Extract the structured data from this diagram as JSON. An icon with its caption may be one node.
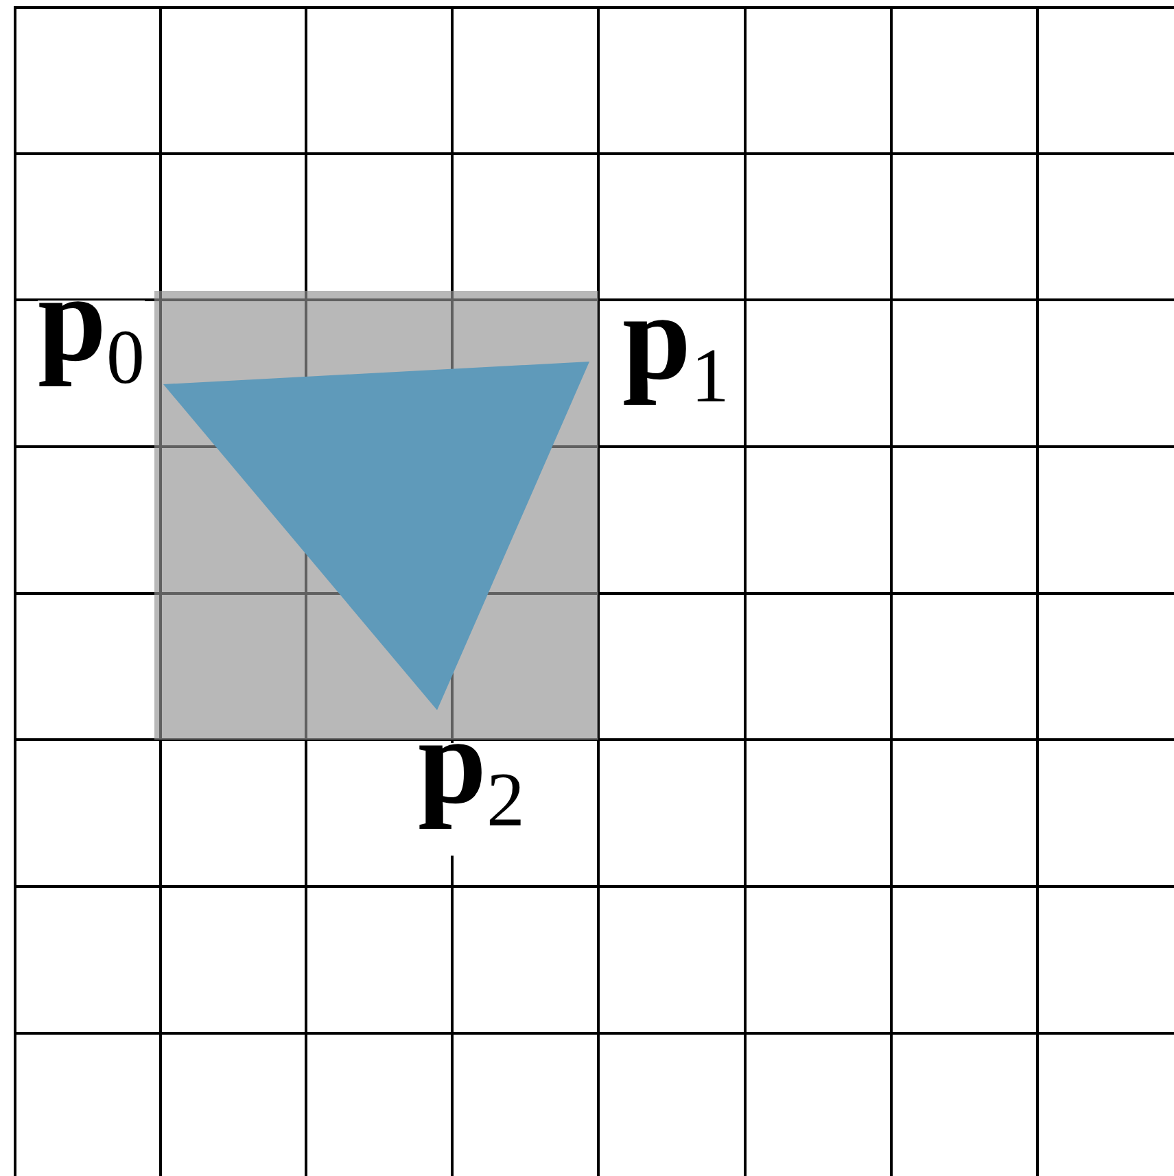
{
  "diagram": {
    "nodes": [
      {
        "text": [],
        "shape": "triangle"
      }
    ],
    "labels": [
      "**p**$_{0}$",
      "**p**$_{1}$",
      "**p**$_{2}$"
    ]
  }
}
